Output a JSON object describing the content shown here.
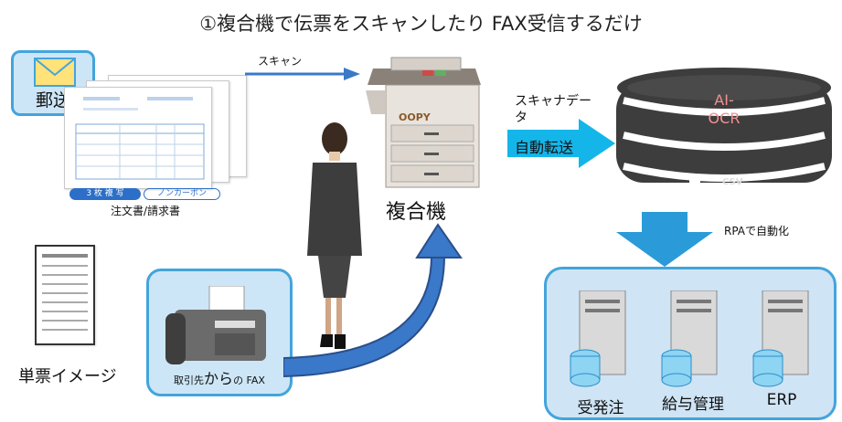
{
  "title": "①複合機で伝票をスキャンしたり FAX受信するだけ",
  "mail": {
    "label": "郵送"
  },
  "scan_arrow": {
    "label": "スキャン"
  },
  "forms": {
    "caption": "注文書/請求書",
    "badge_left": "3 枚 複 写",
    "badge_right": "ノンカーボン"
  },
  "copier": {
    "brand": "OOPY",
    "label": "複合機"
  },
  "scanner_data": {
    "line1": "スキャナデー",
    "line2": "タ",
    "line3": "自動転送"
  },
  "ocr": {
    "line1": "AI-",
    "line2": "OCR",
    "csv": "CSV"
  },
  "rpa": {
    "label": "RPAで自動化"
  },
  "single_form": {
    "label": "単票イメージ"
  },
  "fax": {
    "label_small1": "取引先",
    "label_big": "から",
    "label_small2": "の FAX"
  },
  "servers": [
    {
      "label": "受発注"
    },
    {
      "label": "給与管理"
    },
    {
      "label": "ERP"
    }
  ],
  "colors": {
    "accent": "#43a4dc",
    "panel": "#cde6f7",
    "arrow_blue": "#3a78c9",
    "arrow_cyan": "#14b6ea",
    "ocr_text": "#f29090"
  }
}
